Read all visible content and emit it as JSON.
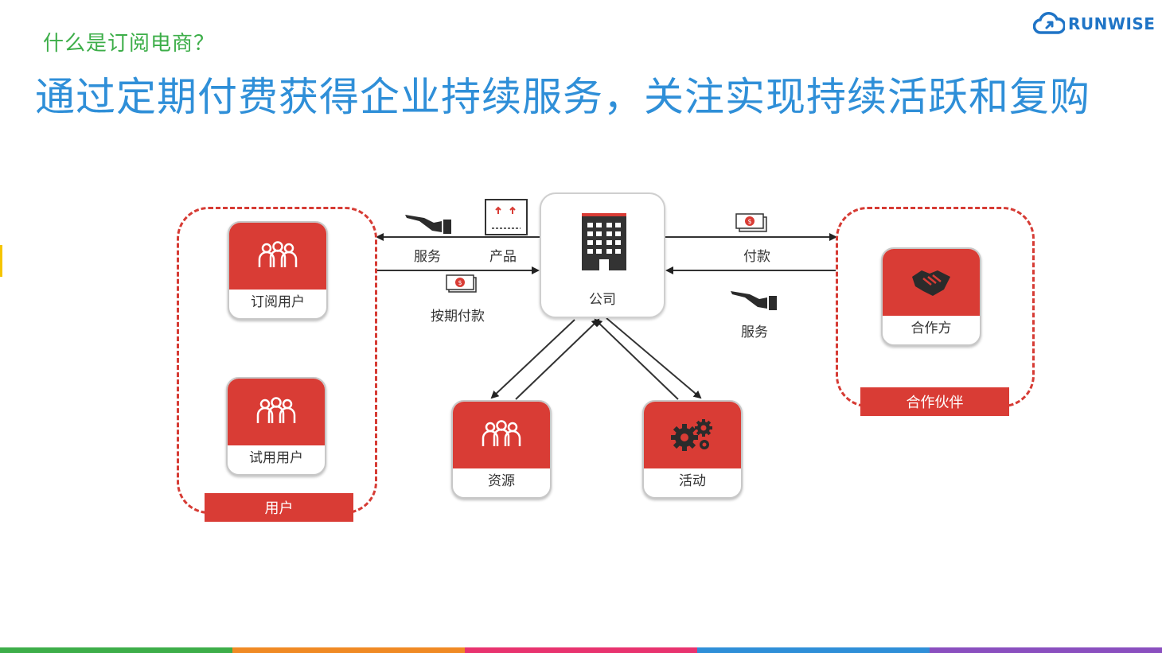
{
  "header": {
    "subtitle": "什么是订阅电商？",
    "title": "通过定期付费获得企业持续服务，关注实现持续活跃和复购"
  },
  "logo": {
    "text": "RUNWISE"
  },
  "nodes": {
    "subscriber": "订阅用户",
    "trial": "试用用户",
    "users_group": "用户",
    "company": "公司",
    "resources": "资源",
    "activities": "活动",
    "partner": "合作方",
    "partners_group": "合作伙伴"
  },
  "flows": {
    "service_left": "服务",
    "product": "产品",
    "periodic_payment": "按期付款",
    "payment": "付款",
    "service_right": "服务"
  },
  "colors": {
    "accent": "#d93c35",
    "title": "#2f8fd8",
    "subtitle": "#3dae49",
    "bottom_bar": [
      "#3dae49",
      "#f08a24",
      "#e8336f",
      "#2f8fd8",
      "#8a4fbf"
    ]
  }
}
